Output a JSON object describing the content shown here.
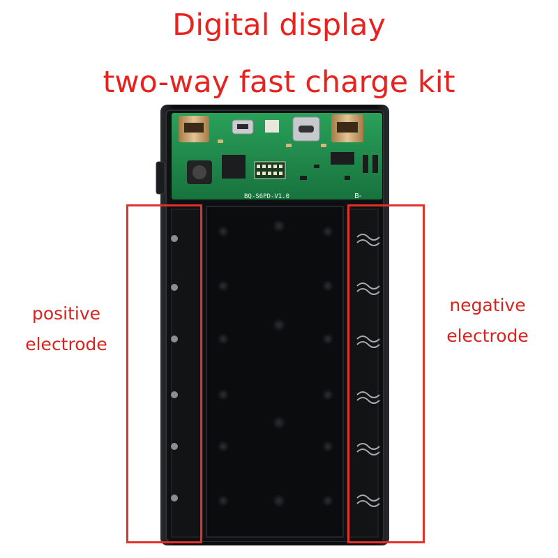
{
  "heading": {
    "line1": "Digital display",
    "line2": "two-way fast charge kit"
  },
  "labels": {
    "positive": [
      "positive",
      "electrode"
    ],
    "negative": [
      "negative",
      "electrode"
    ]
  },
  "pcb": {
    "model_text": "BQ-S6PD-V1.0",
    "b_minus": "B-"
  },
  "colors": {
    "heading": "#e8231f",
    "label": "#d8241e",
    "frame": "#e3302b",
    "pcb": "#1f8a4c",
    "case": "#101214"
  }
}
